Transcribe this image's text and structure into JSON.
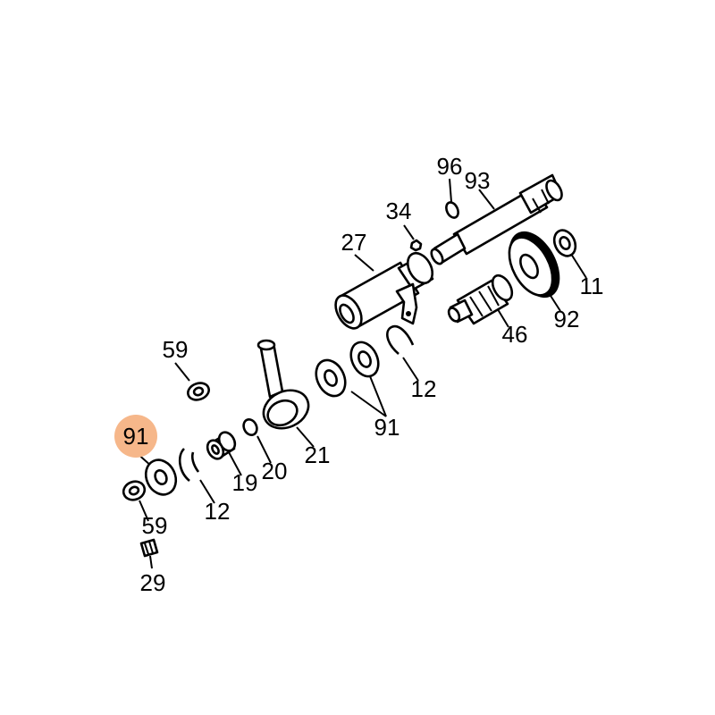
{
  "diagram": {
    "highlight_color": "#f6b78a",
    "callouts": [
      {
        "id": "c96",
        "text": "96"
      },
      {
        "id": "c93",
        "text": "93"
      },
      {
        "id": "c34",
        "text": "34"
      },
      {
        "id": "c27",
        "text": "27"
      },
      {
        "id": "c11",
        "text": "11"
      },
      {
        "id": "c92",
        "text": "92"
      },
      {
        "id": "c46",
        "text": "46"
      },
      {
        "id": "c59a",
        "text": "59"
      },
      {
        "id": "c12a",
        "text": "12"
      },
      {
        "id": "c91a",
        "text": "91"
      },
      {
        "id": "c21",
        "text": "21"
      },
      {
        "id": "c20",
        "text": "20"
      },
      {
        "id": "c19",
        "text": "19"
      },
      {
        "id": "c12b",
        "text": "12"
      },
      {
        "id": "c91b",
        "text": "91"
      },
      {
        "id": "c59b",
        "text": "59"
      },
      {
        "id": "c29",
        "text": "29"
      }
    ]
  }
}
